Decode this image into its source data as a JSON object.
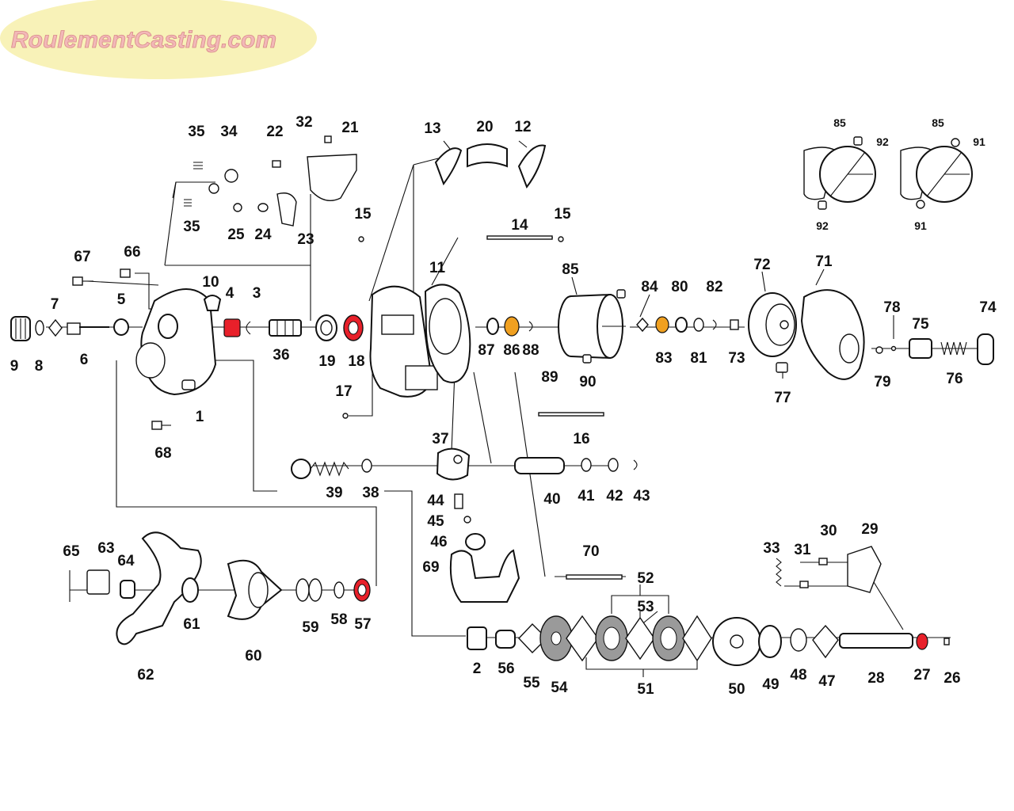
{
  "watermark": {
    "text": "RoulementCasting.com",
    "colors": {
      "oval": "#f8f2b8",
      "text": "#f2b8b8"
    }
  },
  "highlight_colors": {
    "red": "#e8202a",
    "orange": "#f0a020",
    "gray": "#9a9a9a"
  },
  "part_labels": {
    "p1": "1",
    "p2": "2",
    "p3": "3",
    "p4": "4",
    "p5": "5",
    "p6": "6",
    "p7": "7",
    "p8": "8",
    "p9": "9",
    "p10": "10",
    "p11": "11",
    "p12": "12",
    "p13": "13",
    "p14": "14",
    "p15a": "15",
    "p15b": "15",
    "p16": "16",
    "p17": "17",
    "p18": "18",
    "p19": "19",
    "p20": "20",
    "p21": "21",
    "p22": "22",
    "p23": "23",
    "p24": "24",
    "p25": "25",
    "p26": "26",
    "p27": "27",
    "p28": "28",
    "p29": "29",
    "p30": "30",
    "p31": "31",
    "p32": "32",
    "p33": "33",
    "p34": "34",
    "p35a": "35",
    "p35b": "35",
    "p36": "36",
    "p37": "37",
    "p38": "38",
    "p39": "39",
    "p40": "40",
    "p41": "41",
    "p42": "42",
    "p43": "43",
    "p44": "44",
    "p45": "45",
    "p46": "46",
    "p47": "47",
    "p48": "48",
    "p49": "49",
    "p50": "50",
    "p51": "51",
    "p52": "52",
    "p53": "53",
    "p54": "54",
    "p55": "55",
    "p56": "56",
    "p57": "57",
    "p58": "58",
    "p59": "59",
    "p60": "60",
    "p61": "61",
    "p62": "62",
    "p63": "63",
    "p64": "64",
    "p65": "65",
    "p66": "66",
    "p67": "67",
    "p68": "68",
    "p69": "69",
    "p70": "70",
    "p71": "71",
    "p72": "72",
    "p73": "73",
    "p74": "74",
    "p75": "75",
    "p76": "76",
    "p77": "77",
    "p78": "78",
    "p79": "79",
    "p80": "80",
    "p81": "81",
    "p82": "82",
    "p83": "83",
    "p84": "84",
    "p85": "85",
    "p86": "86",
    "p87": "87",
    "p88": "88",
    "p89": "89",
    "p90": "90",
    "inset1_85": "85",
    "inset1_92a": "92",
    "inset1_92b": "92",
    "inset2_85": "85",
    "inset2_91a": "91",
    "inset2_91b": "91"
  }
}
